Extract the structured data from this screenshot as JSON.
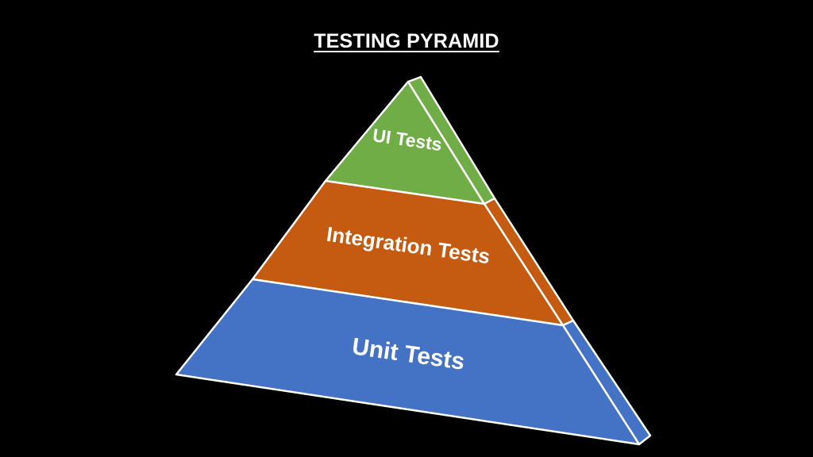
{
  "title": "TESTING PYRAMID",
  "layers": [
    {
      "label": "UI Tests",
      "color": "#70AD47"
    },
    {
      "label": "Integration Tests",
      "color": "#C55A11"
    },
    {
      "label": "Unit Tests",
      "color": "#4472C4"
    }
  ],
  "colors": {
    "background": "#000000",
    "outline": "#ffffff",
    "text": "#ffffff"
  }
}
